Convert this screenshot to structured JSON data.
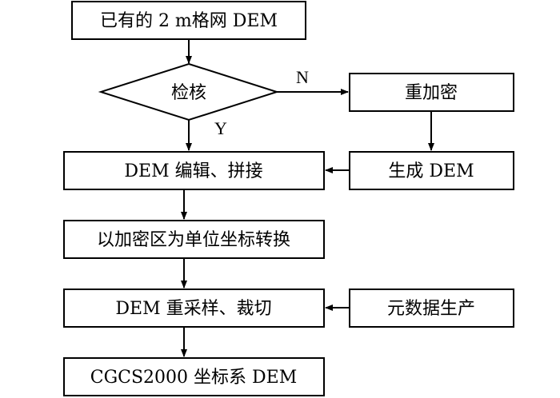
{
  "diagram": {
    "nodes": {
      "existing_dem": "已有的 2  m格网 DEM",
      "check": "检核",
      "redensify": "重加密",
      "generate_dem": "生成 DEM",
      "edit_mosaic": "DEM 编辑、拼接",
      "coord_transform": "以加密区为单位坐标转换",
      "resample_clip": "DEM 重采样、裁切",
      "metadata": "元数据生产",
      "cgcs_dem": "CGCS2000 坐标系 DEM"
    },
    "edge_labels": {
      "no": "N",
      "yes": "Y"
    }
  }
}
